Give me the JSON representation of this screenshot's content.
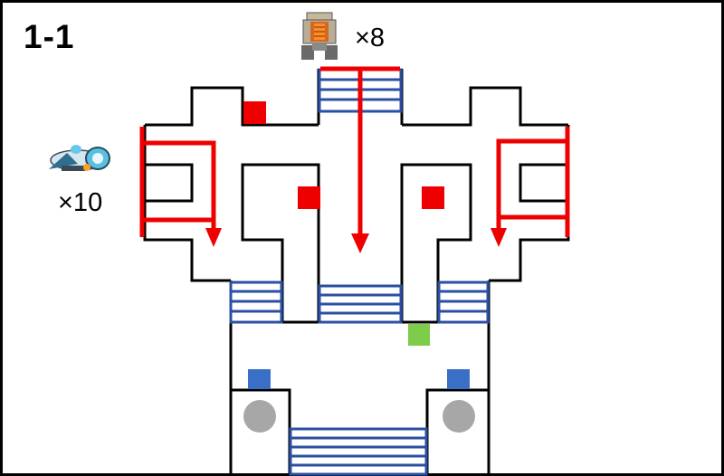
{
  "stage": {
    "label": "1-1"
  },
  "enemies": [
    {
      "name": "turret-robot",
      "count_label": "×8"
    },
    {
      "name": "flying-ship",
      "count_label": "×10"
    }
  ],
  "colors": {
    "wall": "#000000",
    "arrow": "#ee0000",
    "enemy_marker": "#ee0000",
    "stairs": "#2b4fa3",
    "stairs_fill": "#ffffff",
    "blue_marker": "#3a6fc8",
    "green_marker": "#7dcc4a",
    "pillar": "#a7a7a7"
  },
  "icons": [
    "turret-robot-icon",
    "flying-ship-icon"
  ]
}
